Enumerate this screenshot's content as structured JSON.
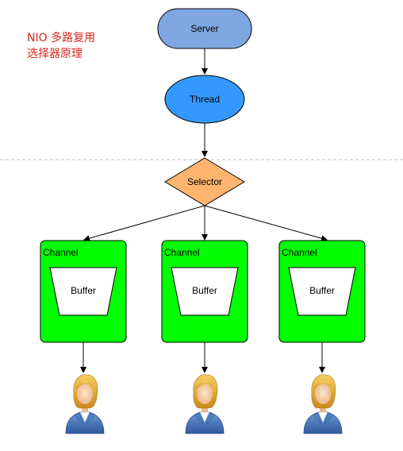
{
  "note": {
    "line1": "NIO 多路复用",
    "line2": "选择器原理"
  },
  "nodes": {
    "server": "Server",
    "thread": "Thread",
    "selector": "Selector"
  },
  "channels": [
    {
      "label": "Channel",
      "buffer": "Buffer"
    },
    {
      "label": "Channel",
      "buffer": "Buffer"
    },
    {
      "label": "Channel",
      "buffer": "Buffer"
    }
  ],
  "colors": {
    "server_fill": "#7ea6e0",
    "thread_fill": "#3399ff",
    "selector_fill": "#ffb570",
    "channel_fill": "#00ff00",
    "note_text": "#d9261c",
    "divider": "#c0c0c0"
  },
  "icons": [
    "user-icon",
    "user-icon",
    "user-icon"
  ]
}
